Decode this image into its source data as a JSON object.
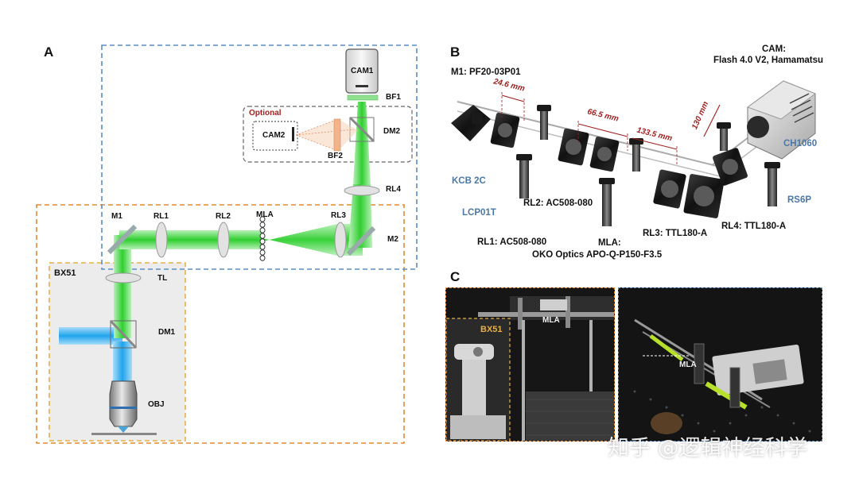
{
  "panels": {
    "a": "A",
    "b": "B",
    "c": "C"
  },
  "panel_a": {
    "cam1": "CAM1",
    "bf1": "BF1",
    "optional": "Optional",
    "cam2": "CAM2",
    "bf2": "BF2",
    "dm2": "DM2",
    "rl4": "RL4",
    "m1": "M1",
    "rl1": "RL1",
    "rl2": "RL2",
    "mla": "MLA",
    "rl3": "RL3",
    "m2": "M2",
    "bx51": "BX51",
    "tl": "TL",
    "dm1": "DM1",
    "obj": "OBJ",
    "colors": {
      "green_beam": "#3fd13f",
      "blue_beam": "#2aa7e8",
      "blue_box": "#5a8ec4",
      "orange_box": "#e08a33"
    }
  },
  "panel_b": {
    "m1": "M1: PF20-03P01",
    "d1": "24.6 mm",
    "d2": "66.5 mm",
    "d3": "133.5 mm",
    "d4": "130 mm",
    "cam": "CAM:",
    "cam_model": "Flash 4.0 V2, Hamamatsu",
    "ch1060": "CH1060",
    "kcb": "KCB 2C",
    "lcp": "LCP01T",
    "rl2": "RL2: AC508-080",
    "rl1": "RL1: AC508-080",
    "mla": "MLA:",
    "mla_model": "OKO Optics APO-Q-P150-F3.5",
    "rl3": "RL3: TTL180-A",
    "rl4": "RL4: TTL180-A",
    "rs6p": "RS6P"
  },
  "panel_c": {
    "bx51": "BX51",
    "mla_left": "MLA",
    "mla_right": "MLA"
  },
  "watermark": "知乎 @逻辑神经科学"
}
